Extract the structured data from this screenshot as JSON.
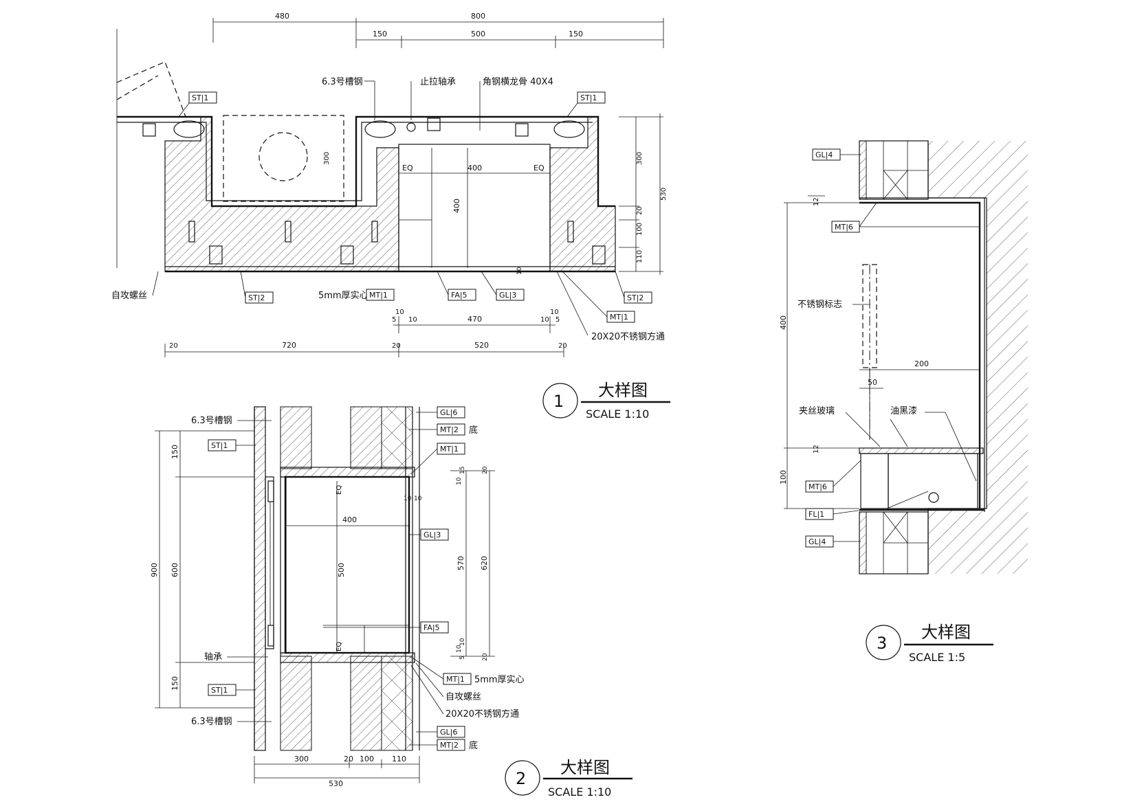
{
  "detail1": {
    "number": "1",
    "title": "大样图",
    "scale": "SCALE 1:10",
    "dims_top": [
      "480",
      "800",
      "150",
      "500",
      "150"
    ],
    "dims_bottom": [
      "20",
      "720",
      "20",
      "520",
      "20"
    ],
    "dims_inner": [
      "5",
      "10",
      "10",
      "470",
      "10",
      "10",
      "5"
    ],
    "dims_right": [
      "300",
      "20",
      "100",
      "110",
      "530"
    ],
    "dims_local": [
      "300",
      "400",
      "400",
      "EQ",
      "EQ",
      "10"
    ],
    "labels": {
      "channel": "6.3号槽钢",
      "bearing": "止拉轴承",
      "angle": "角钢横龙骨 40X4",
      "screw": "自攻螺丝",
      "solid": "5mm厚实心",
      "tube": "20X20不锈钢方通"
    },
    "tags": [
      "ST|1",
      "ST|1",
      "ST|2",
      "MT|1",
      "FA|5",
      "GL|3",
      "ST|2",
      "MT|1"
    ]
  },
  "detail2": {
    "number": "2",
    "title": "大样图",
    "scale": "SCALE 1:10",
    "dims_left": [
      "900",
      "150",
      "600",
      "150"
    ],
    "dims_bottom": [
      "300",
      "20",
      "100",
      "110",
      "530"
    ],
    "dims_right": [
      "20",
      "10",
      "15",
      "570",
      "620",
      "10",
      "5",
      "20",
      "10"
    ],
    "dims_local": [
      "400",
      "500",
      "EQ",
      "EQ",
      "10",
      "10"
    ],
    "labels": {
      "channel_top": "6.3号槽钢",
      "bearing": "轴承",
      "channel_bottom": "6.3号槽钢",
      "solid": "5mm厚实心",
      "screw": "自攻螺丝",
      "tube": "20X20不锈钢方通",
      "base_top": "底",
      "base_bottom": "底"
    },
    "tags": [
      "ST|1",
      "ST|1",
      "GL|6",
      "MT|2",
      "MT|1",
      "GL|3",
      "FA|5",
      "MT|1",
      "GL|6",
      "MT|2"
    ]
  },
  "detail3": {
    "number": "3",
    "title": "大样图",
    "scale": "SCALE 1:5",
    "dims": [
      "12",
      "400",
      "200",
      "50",
      "12",
      "100"
    ],
    "labels": {
      "sign": "不锈钢标志",
      "glass": "夹丝玻璃",
      "paint": "油黑漆"
    },
    "tags": [
      "GL|4",
      "MT|6",
      "MT|6",
      "FL|1",
      "GL|4"
    ]
  },
  "colors": {
    "line": "#111111",
    "background": "#ffffff"
  }
}
